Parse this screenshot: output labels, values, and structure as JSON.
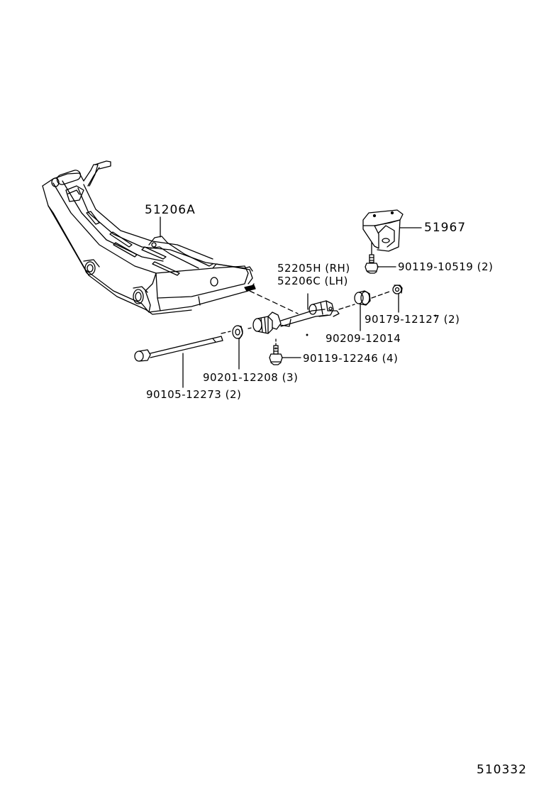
{
  "diagram": {
    "type": "exploded-parts-diagram",
    "illustration_number": "510332",
    "parts": [
      {
        "id": "crossmember",
        "part_no": "51206A",
        "qty": ""
      },
      {
        "id": "bracket",
        "part_no": "51967",
        "qty": ""
      },
      {
        "id": "bracket-bolt",
        "part_no": "90119-10519",
        "qty": "(2)"
      },
      {
        "id": "arm-rh",
        "part_no": "52205H",
        "side": "(RH)"
      },
      {
        "id": "arm-lh",
        "part_no": "52206C",
        "side": "(LH)"
      },
      {
        "id": "nut",
        "part_no": "90179-12127",
        "qty": "(2)"
      },
      {
        "id": "bushing",
        "part_no": "90209-12014",
        "qty": ""
      },
      {
        "id": "arm-bolt",
        "part_no": "90119-12246",
        "qty": "(4)"
      },
      {
        "id": "washer",
        "part_no": "90201-12208",
        "qty": "(3)"
      },
      {
        "id": "long-bolt",
        "part_no": "90105-12273",
        "qty": "(2)"
      }
    ]
  },
  "labels": {
    "crossmember": "51206A",
    "bracket": "51967",
    "bracket_bolt": "90119-10519 (2)",
    "arm_rh": "52205H (RH)",
    "arm_lh": "52206C (LH)",
    "nut": "90179-12127 (2)",
    "bushing": "90209-12014",
    "arm_bolt": "90119-12246 (4)",
    "washer": "90201-12208 (3)",
    "long_bolt": "90105-12273 (2)",
    "illustration_number": "510332"
  }
}
